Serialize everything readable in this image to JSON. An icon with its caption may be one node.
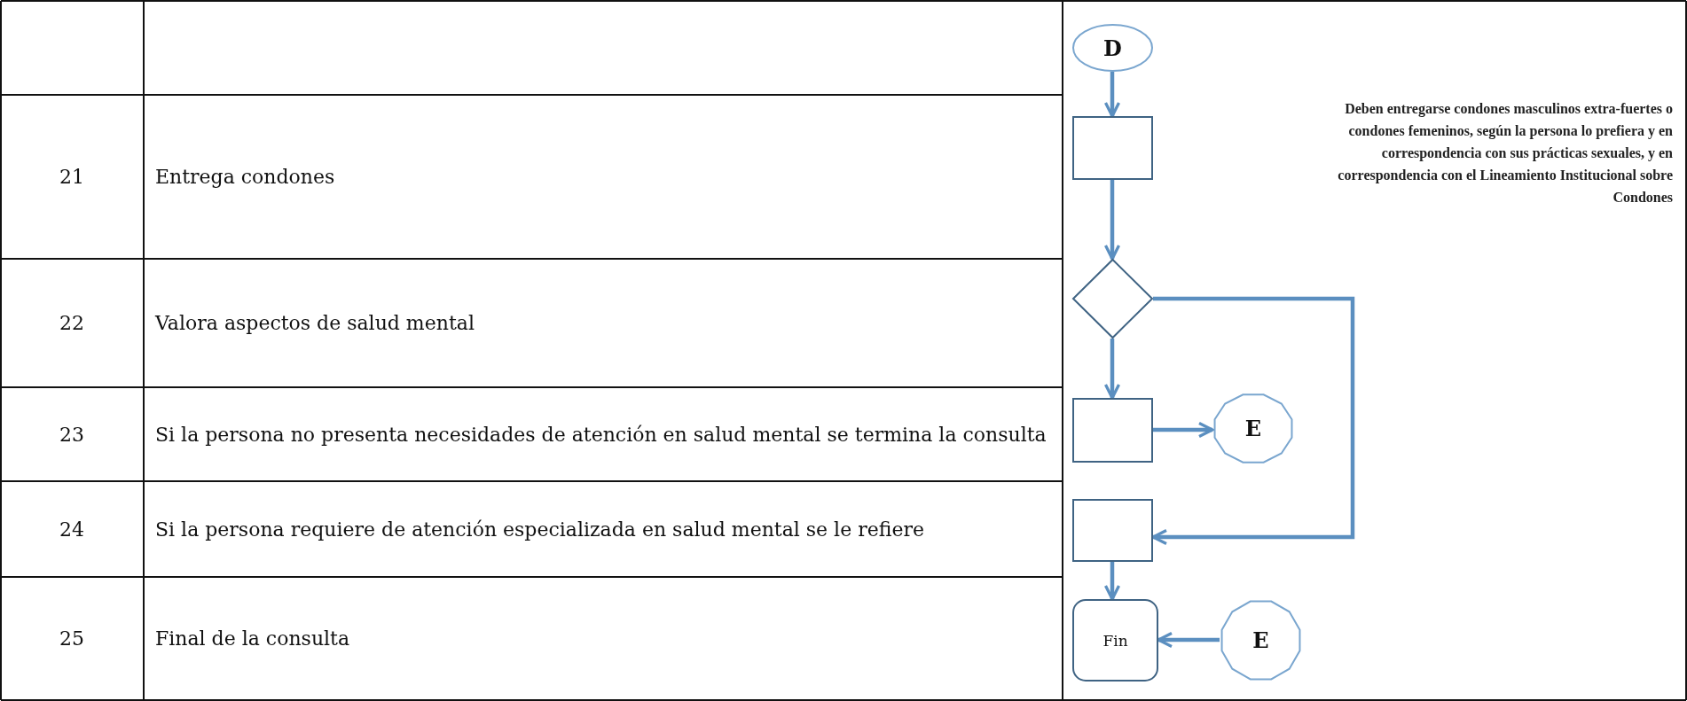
{
  "diagram": {
    "nodes": [
      {
        "text": [
          "D"
        ]
      },
      {
        "text": [],
        "shape": "box"
      },
      {
        "text": [],
        "shape": "diamond"
      },
      {
        "text": [],
        "shape": "box"
      },
      {
        "text": [
          "E"
        ]
      },
      {
        "text": [],
        "shape": "box"
      },
      {
        "text": [
          "Fin"
        ]
      },
      {
        "text": [
          "E"
        ]
      }
    ],
    "edges": [
      {
        "from": 0,
        "to": 1,
        "arrow": "to"
      },
      {
        "from": 1,
        "to": 2,
        "arrow": "to"
      },
      {
        "from": 2,
        "to": 3,
        "arrow": "to"
      },
      {
        "from": 2,
        "to": 5,
        "arrow": "to"
      },
      {
        "from": 3,
        "to": 4,
        "arrow": "to"
      },
      {
        "from": 5,
        "to": 6,
        "arrow": "to"
      },
      {
        "from": 7,
        "to": 6,
        "arrow": "to"
      }
    ],
    "labels": [
      "21",
      "Entrega condones",
      "Deben entregarse condones masculinos extra-fuertes o condones femeninos, según la persona lo prefiera y en correspondencia con sus prácticas sexuales, y en correspondencia con el Lineamiento Institucional sobre Condones",
      "22",
      "Valora aspectos de salud mental",
      "23",
      "Si la persona no presenta necesidades de atención en salud mental se termina la consulta",
      "24",
      "Si la persona requiere de atención especializada en salud mental se le refiere",
      "25",
      "Final de la consulta"
    ]
  }
}
